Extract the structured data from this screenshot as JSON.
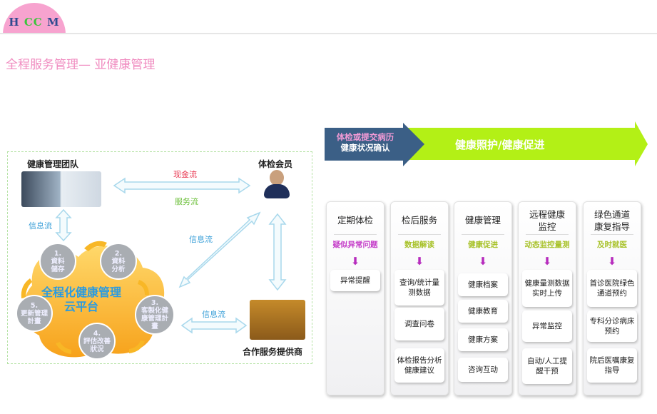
{
  "logo": {
    "h": "H",
    "c1": "C",
    "c2": "C",
    "m": "M"
  },
  "title": "全程服务管理— 亚健康管理",
  "left": {
    "team": "健康管理团队",
    "member": "体检会员",
    "partner": "合作服务提供商",
    "cash_flow": "现金流",
    "service_flow": "服务流",
    "info_flow": "信息流",
    "cloud": {
      "line1": "全程化健康管理",
      "line2": "云平台"
    },
    "steps": [
      {
        "num": "1.",
        "text": "資料儲存"
      },
      {
        "num": "2.",
        "text": "資料分析"
      },
      {
        "num": "3.",
        "text": "客製化健康管理計畫"
      },
      {
        "num": "4.",
        "text": "評估改善狀況"
      },
      {
        "num": "5.",
        "text": "更新管理計畫"
      }
    ],
    "colors": {
      "cash": "#e8364f",
      "service": "#6cbf3a",
      "info": "#3a9fd8"
    }
  },
  "banner": {
    "stage1_line1": "体检或提交病历",
    "stage1_line2": "健康状况确认",
    "stage2": "健康照护/健康促进",
    "colors": {
      "stage1": "#3b5f86",
      "stage2": "#b3f016"
    }
  },
  "columns": [
    {
      "title": "定期体检",
      "sub": "疑似异常问题",
      "sub_color": "#c43bc8",
      "items": [
        "异常提醒"
      ]
    },
    {
      "title": "检后服务",
      "sub": "数据解读",
      "sub_color": "#a8c22a",
      "items": [
        "查询/统计量测数据",
        "调查问卷",
        "体检报告分析健康建议"
      ]
    },
    {
      "title": "健康管理",
      "sub": "健康促进",
      "sub_color": "#a8c22a",
      "items": [
        "健康档案",
        "健康教育",
        "健康方案",
        "咨询互动"
      ]
    },
    {
      "title": "远程健康监控",
      "sub": "动态监控量测",
      "sub_color": "#a8c22a",
      "items": [
        "健康量测数据实时上传",
        "异常监控",
        "自动/人工提醒干预"
      ]
    },
    {
      "title": "绿色通道康复指导",
      "sub": "及时就医",
      "sub_color": "#a8c22a",
      "items": [
        "首诊医院绿色通道预约",
        "专科分诊病床预约",
        "院后医嘱康复指导"
      ]
    }
  ]
}
